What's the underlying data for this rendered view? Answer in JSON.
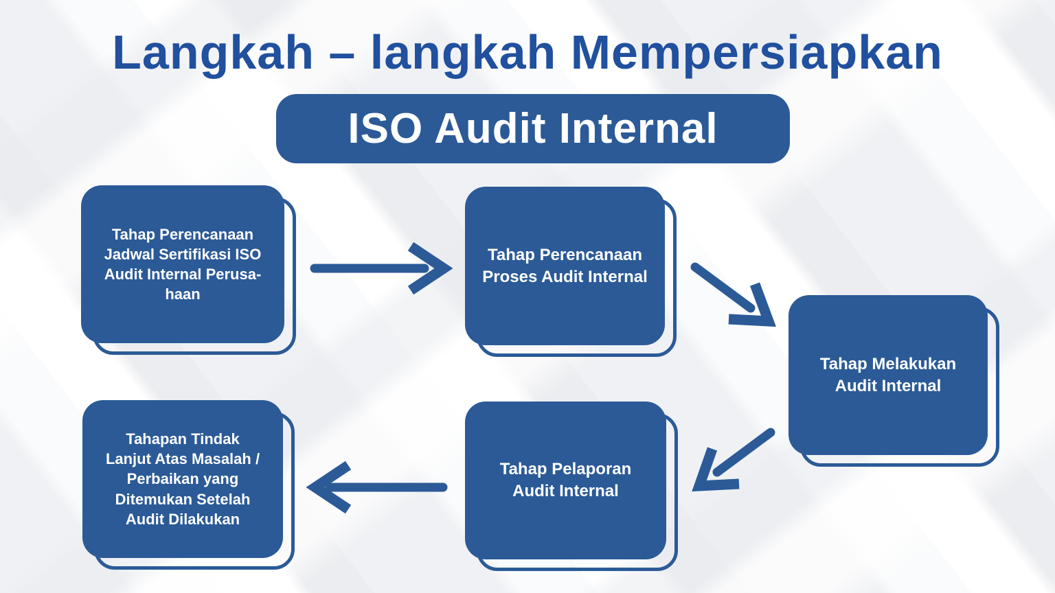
{
  "title": {
    "text": "Langkah – langkah Mempersiapkan",
    "banner": "ISO Audit Internal"
  },
  "steps": [
    {
      "id": 1,
      "label": "Tahap Perencanaan\nJadwal Sertifikasi ISO\nAudit Internal Perusa-\nhaan"
    },
    {
      "id": 2,
      "label": "Tahap Perencanaan\nProses Audit Internal"
    },
    {
      "id": 3,
      "label": "Tahap Melakukan\nAudit Internal"
    },
    {
      "id": 4,
      "label": "Tahap Pelaporan\nAudit Internal"
    },
    {
      "id": 5,
      "label": "Tahapan Tindak\nLanjut Atas Masalah /\nPerbaikan yang\nDitemukan Setelah\nAudit Dilakukan"
    }
  ],
  "arrows": [
    {
      "from": 1,
      "to": 2,
      "direction": "right"
    },
    {
      "from": 2,
      "to": 3,
      "direction": "down-right"
    },
    {
      "from": 3,
      "to": 4,
      "direction": "down-left"
    },
    {
      "from": 4,
      "to": 5,
      "direction": "left"
    }
  ],
  "colors": {
    "primary_blue": "#2b5a97",
    "title_blue": "#20509e",
    "background": "#eef0f3",
    "text_on_blue": "#ffffff"
  }
}
